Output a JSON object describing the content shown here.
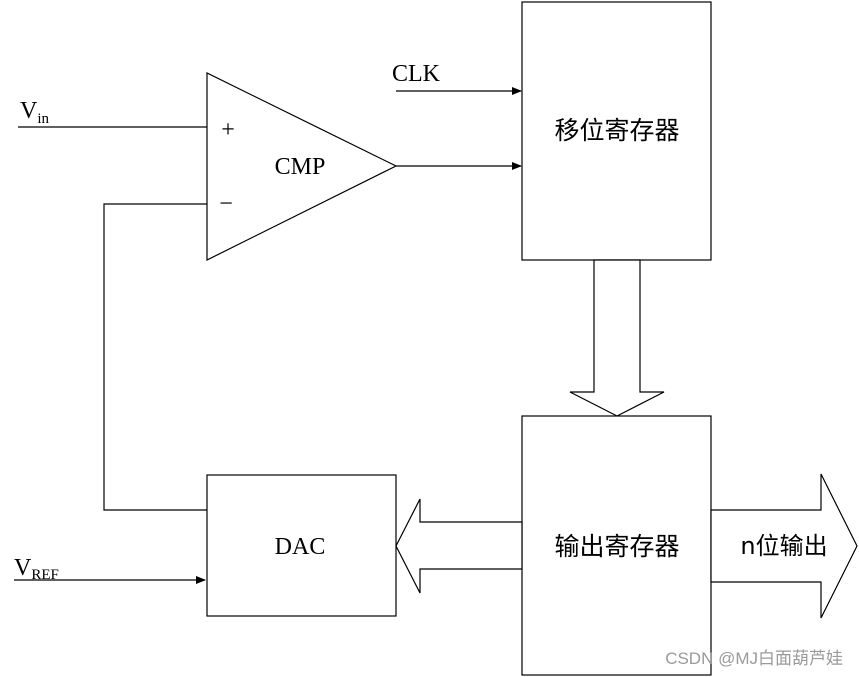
{
  "diagram": {
    "vin": {
      "main": "V",
      "sub": "in"
    },
    "vref": {
      "main": "V",
      "sub": "REF"
    },
    "clk": "CLK",
    "plus": "+",
    "minus": "−",
    "cmp": "CMP",
    "shift_register": "移位寄存器",
    "output_register": "输出寄存器",
    "dac": "DAC",
    "n_bit_output": "n位输出"
  },
  "watermark": "CSDN @MJ白面葫芦娃"
}
